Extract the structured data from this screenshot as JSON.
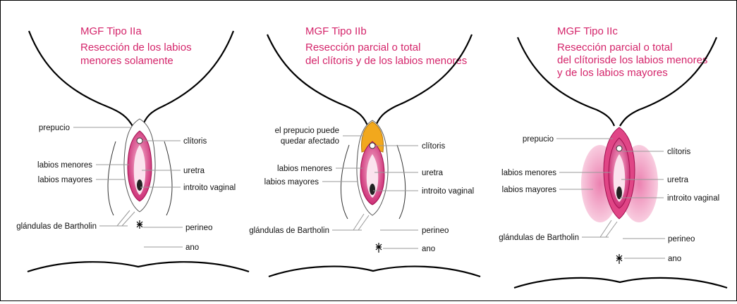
{
  "colors": {
    "title": "#d4246a",
    "labia_minora": "#c8206c",
    "labia_minora_light": "#f2a6c6",
    "prepuce_affected": "#f2a81d",
    "labia_majora_affected": "#f3aac9"
  },
  "panels": [
    {
      "title": "MGF Tipo IIa",
      "subtitle_lines": [
        "Resección de los labios",
        "menores solamente"
      ],
      "labels": {
        "prepucio": "prepucio",
        "clitoris": "clítoris",
        "labios_menores": "labios menores",
        "uretra": "uretra",
        "labios_mayores": "labios mayores",
        "introito": "introito vaginal",
        "bartholin": "glándulas de Bartholin",
        "perineo": "perineo",
        "ano": "ano"
      }
    },
    {
      "title": "MGF Tipo IIb",
      "subtitle_lines": [
        "Resección parcial o total",
        "del clítoris y de los labios menores"
      ],
      "labels": {
        "prepucio_1": "el prepucio puede",
        "prepucio_2": "quedar afectado",
        "clitoris": "clítoris",
        "labios_menores": "labios menores",
        "uretra": "uretra",
        "labios_mayores": "labios mayores",
        "introito": "introito vaginal",
        "bartholin": "glándulas de Bartholin",
        "perineo": "perineo",
        "ano": "ano"
      }
    },
    {
      "title": "MGF Tipo IIc",
      "subtitle_lines": [
        "Resección parcial o total",
        "del clítorisde los labios menores",
        "y de los labios mayores"
      ],
      "labels": {
        "prepucio": "prepucio",
        "clitoris": "clítoris",
        "labios_menores": "labios menores",
        "uretra": "uretra",
        "labios_mayores": "labios mayores",
        "introito": "introito vaginal",
        "bartholin": "glándulas de Bartholin",
        "perineo": "perineo",
        "ano": "ano"
      }
    }
  ]
}
